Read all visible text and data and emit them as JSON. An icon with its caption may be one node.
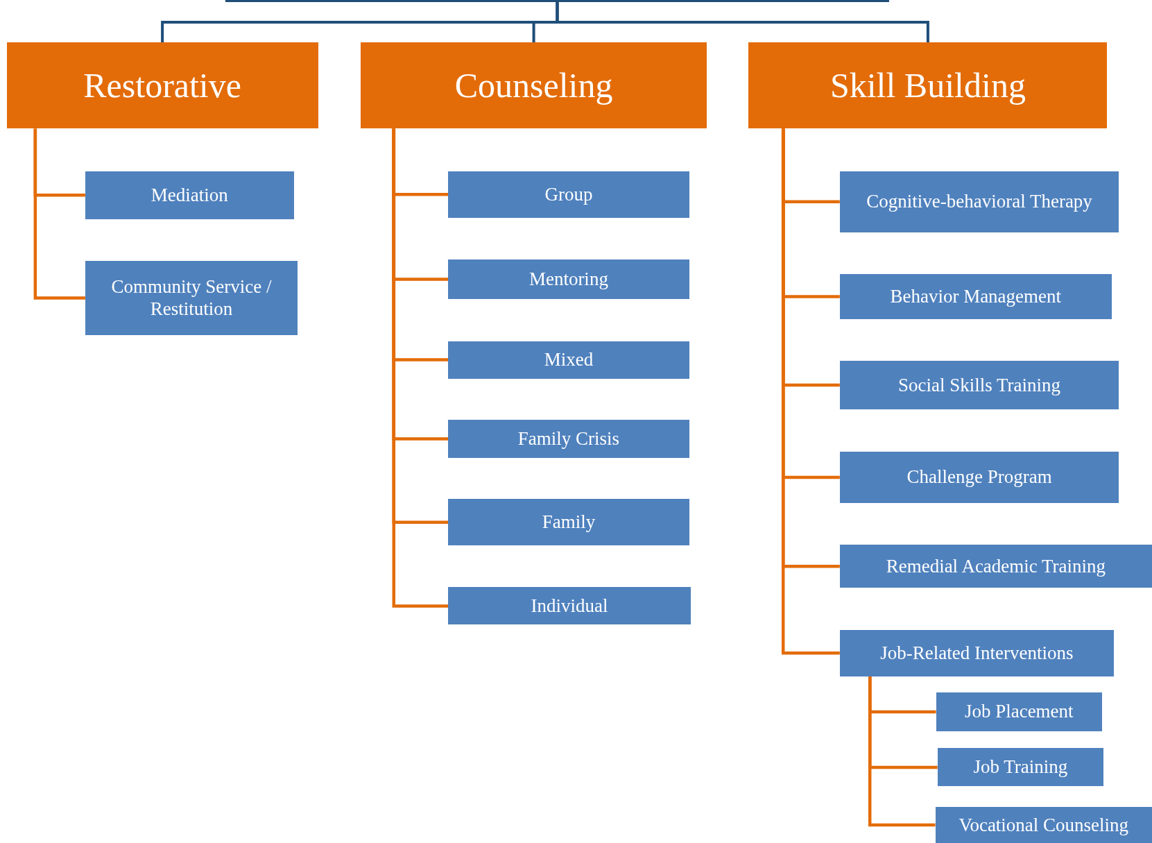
{
  "diagram": {
    "nodes": [
      {
        "text": [],
        "shape": "box"
      },
      {
        "text": [
          "Restorative"
        ]
      },
      {
        "text": [
          "Counseling"
        ]
      },
      {
        "text": [
          "Skill Building"
        ]
      },
      {
        "text": [
          "Mediation"
        ]
      },
      {
        "text": [
          "Community Service / Restitution"
        ]
      },
      {
        "text": [
          "Group"
        ]
      },
      {
        "text": [
          "Mentoring"
        ]
      },
      {
        "text": [
          "Mixed"
        ]
      },
      {
        "text": [
          "Family Crisis"
        ]
      },
      {
        "text": [
          "Family"
        ]
      },
      {
        "text": [
          "Individual"
        ]
      },
      {
        "text": [
          "Cognitive-behavioral Therapy"
        ]
      },
      {
        "text": [
          "Behavior Management"
        ]
      },
      {
        "text": [
          "Social Skills Training"
        ]
      },
      {
        "text": [
          "Challenge Program"
        ]
      },
      {
        "text": [
          "Remedial Academic Training"
        ]
      },
      {
        "text": [
          "Job-Related Interventions"
        ]
      },
      {
        "text": [
          "Job Placement"
        ]
      },
      {
        "text": [
          "Job Training"
        ]
      },
      {
        "text": [
          "Vocational Counseling"
        ]
      }
    ],
    "edges": [
      {
        "from": 0,
        "to": 1,
        "arrow": "none",
        "color": "#1f4e79"
      },
      {
        "from": 0,
        "to": 2,
        "arrow": "none",
        "color": "#1f4e79"
      },
      {
        "from": 0,
        "to": 3,
        "arrow": "none",
        "color": "#1f4e79"
      },
      {
        "from": 1,
        "to": 4,
        "arrow": "none"
      },
      {
        "from": 1,
        "to": 5,
        "arrow": "none"
      },
      {
        "from": 2,
        "to": 6,
        "arrow": "none"
      },
      {
        "from": 2,
        "to": 7,
        "arrow": "none"
      },
      {
        "from": 2,
        "to": 8,
        "arrow": "none"
      },
      {
        "from": 2,
        "to": 9,
        "arrow": "none"
      },
      {
        "from": 2,
        "to": 10,
        "arrow": "none"
      },
      {
        "from": 2,
        "to": 11,
        "arrow": "none"
      },
      {
        "from": 3,
        "to": 12,
        "arrow": "none"
      },
      {
        "from": 3,
        "to": 13,
        "arrow": "none"
      },
      {
        "from": 3,
        "to": 14,
        "arrow": "none"
      },
      {
        "from": 3,
        "to": 15,
        "arrow": "none"
      },
      {
        "from": 3,
        "to": 16,
        "arrow": "none"
      },
      {
        "from": 3,
        "to": 17,
        "arrow": "none"
      },
      {
        "from": 17,
        "to": 18,
        "arrow": "none"
      },
      {
        "from": 17,
        "to": 19,
        "arrow": "none"
      },
      {
        "from": 17,
        "to": 20,
        "arrow": "none"
      }
    ]
  }
}
